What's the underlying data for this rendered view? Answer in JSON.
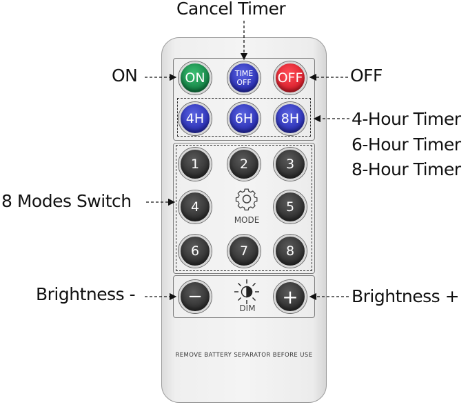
{
  "labels": {
    "cancel_timer": "Cancel Timer",
    "on": "ON",
    "off": "OFF",
    "timer_4h": "4-Hour Timer",
    "timer_6h": "6-Hour Timer",
    "timer_8h": "8-Hour Timer",
    "modes": "8 Modes Switch",
    "brightness_down": "Brightness -",
    "brightness_up": "Brightness +"
  },
  "buttons": {
    "on": "ON",
    "time_off_line1": "TIME",
    "time_off_line2": "OFF",
    "off": "OFF",
    "h4": "4H",
    "h6": "6H",
    "h8": "8H",
    "modes": [
      "1",
      "2",
      "3",
      "4",
      "5",
      "6",
      "7",
      "8"
    ],
    "minus": "−",
    "plus": "+"
  },
  "captions": {
    "mode": "MODE",
    "dim": "DIM"
  },
  "warning": "REMOVE BATTERY SEPARATOR BEFORE USE",
  "colors": {
    "on": "#138044",
    "time": "#2a2fb4",
    "off": "#d81e2b",
    "mode_buttons": "#2e2e2e"
  },
  "icons": {
    "mode": "gear-icon",
    "dim": "sun-half-icon"
  }
}
